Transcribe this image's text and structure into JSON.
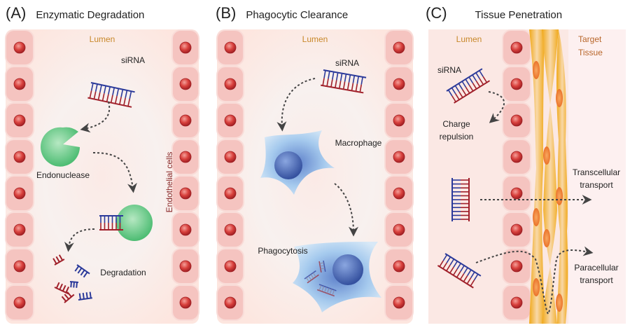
{
  "panels": [
    {
      "letter": "(A)",
      "title": "Enzymatic Degradation",
      "labels": {
        "lumen": "Lumen",
        "sirna": "siRNA",
        "endothelial": "Endothelial cells",
        "enzyme": "Endonuclease",
        "result": "Degradation"
      }
    },
    {
      "letter": "(B)",
      "title": "Phagocytic Clearance",
      "labels": {
        "lumen": "Lumen",
        "sirna": "siRNA",
        "cell": "Macrophage",
        "result": "Phagocytosis"
      }
    },
    {
      "letter": "(C)",
      "title": "Tissue Penetration",
      "labels": {
        "lumen": "Lumen",
        "target_line1": "Target",
        "target_line2": "Tissue",
        "sirna": "siRNA",
        "charge_line1": "Charge",
        "charge_line2": "repulsion",
        "trans_line1": "Transcellular",
        "trans_line2": "transport",
        "para_line1": "Paracellular",
        "para_line2": "transport"
      }
    }
  ],
  "colors": {
    "lumen_bg": "#fde8e2",
    "endothelial": "#f5c6c3",
    "nucleus": "#d23a3a",
    "lumen_text": "#c8882a",
    "target_text": "#b8662a",
    "endothelial_text": "#8a2a2a",
    "sirna_blue": "#2b3a9a",
    "sirna_red": "#a0202a",
    "enzyme": "#6cc98a",
    "macrophage": "#9cc8ee",
    "macrophage_nucleus": "#4a68b8",
    "tissue": "#f2b125",
    "tissue_nucleus": "#ee8030",
    "arrow": "#444444"
  }
}
